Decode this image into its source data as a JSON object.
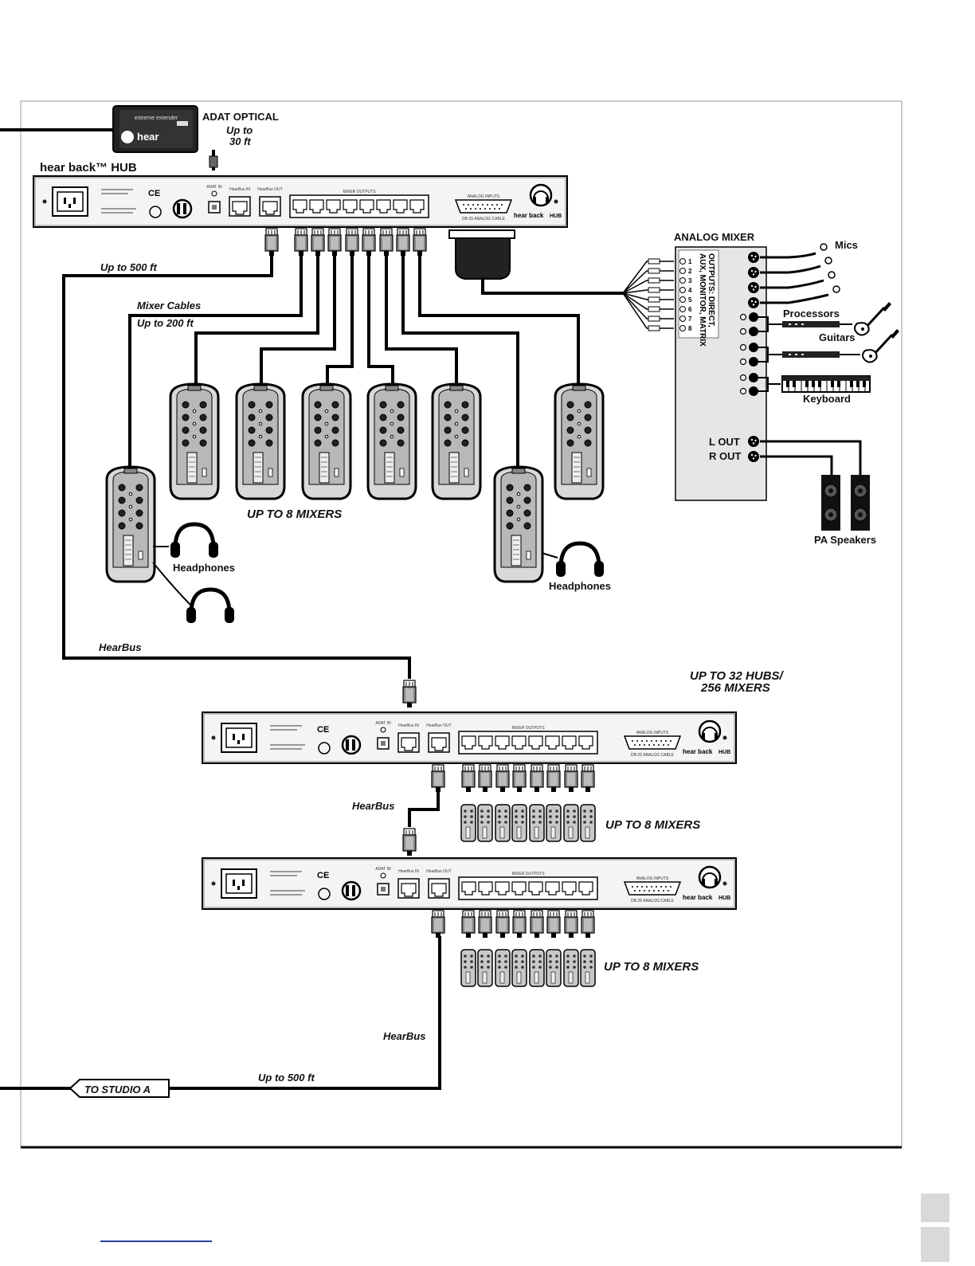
{
  "device": {
    "extender_brand": "hear",
    "extender_model": "extreme extender",
    "hub_title": "hear back™ HUB",
    "hub_logo": "hear back",
    "hub_logo_suffix": "HUB",
    "ce_mark": "CE"
  },
  "labels": {
    "adat_optical": "ADAT OPTICAL",
    "up_to_30_line1": "Up to",
    "up_to_30_line2": "30 ft",
    "up_to_500_top": "Up to 500 ft",
    "mixer_cables": "Mixer Cables",
    "up_to_200": "Up to 200 ft",
    "analog_mixer": "ANALOG MIXER",
    "outputs_line1": "OUTPUTS: DIRECT,",
    "outputs_line2": "AUX, MONITOR, MATRIX",
    "mics": "Mics",
    "processors": "Processors",
    "guitars": "Guitars",
    "keyboard": "Keyboard",
    "l_out": "L OUT",
    "r_out": "R OUT",
    "pa_speakers": "PA Speakers",
    "up_to_8_mixers_main": "UP TO 8 MIXERS",
    "headphones_left": "Headphones",
    "headphones_right": "Headphones",
    "hearbus_1": "HearBus",
    "up_to_32_hubs_line1": "UP TO 32 HUBS/",
    "up_to_32_hubs_line2": "256 MIXERS",
    "hearbus_2": "HearBus",
    "up_to_8_mixers_hub2": "UP TO 8 MIXERS",
    "up_to_8_mixers_hub3": "UP TO 8 MIXERS",
    "hearbus_3": "HearBus",
    "to_studio_a": "TO STUDIO A",
    "up_to_500_bottom": "Up to 500 ft"
  },
  "panel": {
    "adat_in": "ADAT IN",
    "hearbus_in": "HearBus IN",
    "hearbus_out": "HearBus OUT",
    "mixer_outputs": "MIXER OUTPUTS",
    "analog_inputs": "ANALOG INPUTS",
    "db25": "DB-25 ANALOG CABLE"
  },
  "mixer_channels": [
    "1",
    "2",
    "3",
    "4",
    "5",
    "6",
    "7",
    "8"
  ]
}
